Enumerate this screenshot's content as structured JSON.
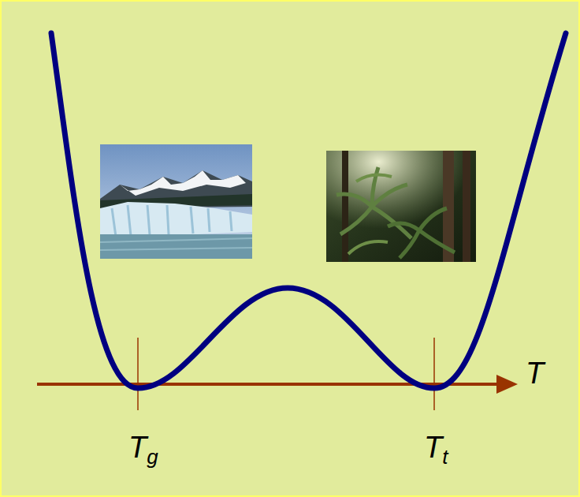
{
  "diagram": {
    "labels": [
      "T",
      "Tg",
      "Tt"
    ]
  }
}
